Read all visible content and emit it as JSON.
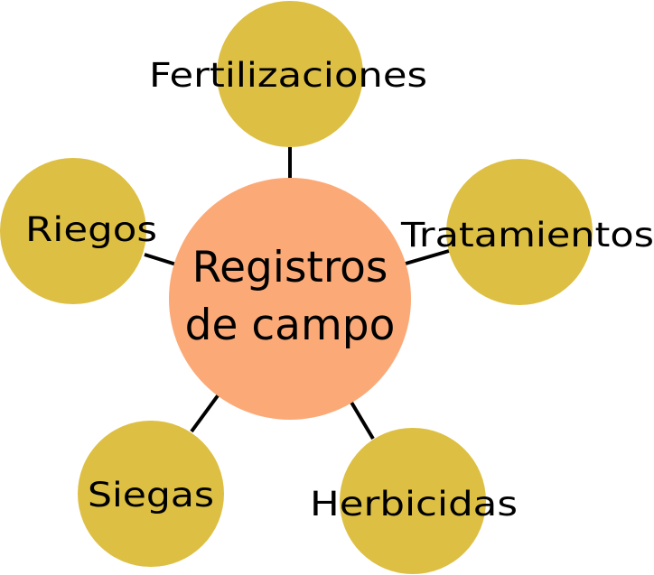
{
  "diagram": {
    "center": {
      "line1": "Registros",
      "line2": "de campo",
      "color": "#FBAA77"
    },
    "satellite_color": "#DDBF43",
    "connector_color": "#000000",
    "nodes": [
      {
        "key": "fertilizaciones",
        "label": "Fertilizaciones"
      },
      {
        "key": "tratamientos",
        "label": "Tratamientos"
      },
      {
        "key": "herbicidas",
        "label": "Herbicidas"
      },
      {
        "key": "siegas",
        "label": "Siegas"
      },
      {
        "key": "riegos",
        "label": "Riegos"
      }
    ]
  }
}
